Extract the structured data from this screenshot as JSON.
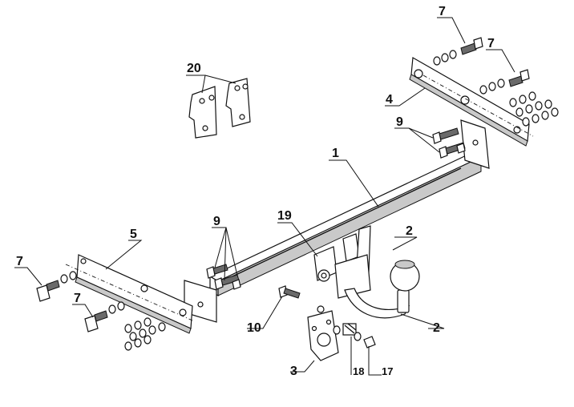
{
  "diagram": {
    "callouts": [
      {
        "id": "c1",
        "text": "1"
      },
      {
        "id": "c2a",
        "text": "2"
      },
      {
        "id": "c2b",
        "text": "2"
      },
      {
        "id": "c3",
        "text": "3"
      },
      {
        "id": "c4",
        "text": "4"
      },
      {
        "id": "c5",
        "text": "5"
      },
      {
        "id": "c7a",
        "text": "7"
      },
      {
        "id": "c7b",
        "text": "7"
      },
      {
        "id": "c7c",
        "text": "7"
      },
      {
        "id": "c7d",
        "text": "7"
      },
      {
        "id": "c9a",
        "text": "9"
      },
      {
        "id": "c9b",
        "text": "9"
      },
      {
        "id": "c10",
        "text": "10"
      },
      {
        "id": "c17",
        "text": "17"
      },
      {
        "id": "c18",
        "text": "18"
      },
      {
        "id": "c19",
        "text": "19"
      },
      {
        "id": "c20",
        "text": "20"
      }
    ]
  }
}
